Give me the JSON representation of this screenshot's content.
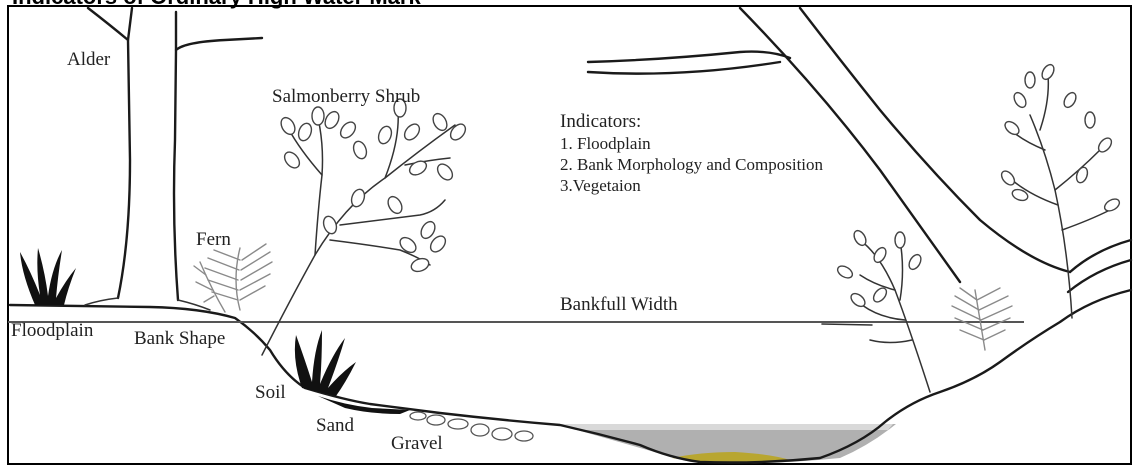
{
  "heading": "Indicators of Ordinary High Water Mark",
  "indicators": {
    "title": "Indicators:",
    "items": [
      "1. Floodplain",
      "2. Bank Morphology and Composition",
      "3.Vegetaion"
    ]
  },
  "labels": {
    "alder": "Alder",
    "salmonberry": "Salmonberry Shrub",
    "fern": "Fern",
    "floodplain": "Floodplain",
    "bank_shape": "Bank Shape",
    "bankfull_width": "Bankfull Width",
    "soil": "Soil",
    "sand": "Sand",
    "gravel": "Gravel"
  },
  "colors": {
    "line": "#1a1a1a",
    "water": "#a9a9a9",
    "channel_bottom": "#b8a630",
    "border": "#000000"
  }
}
